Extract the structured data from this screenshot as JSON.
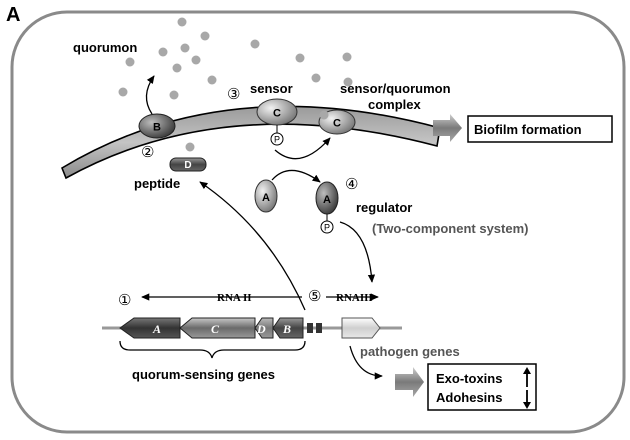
{
  "panel_label": "A",
  "labels": {
    "quorumon": "quorumon",
    "sensor": "sensor",
    "complex_line1": "sensor/quorumon",
    "complex_line2": "complex",
    "peptide": "peptide",
    "regulator": "regulator",
    "two_component": "(Two-component system)",
    "rna2": "RNA II",
    "rna3": "RNAIII",
    "pathogen_genes": "pathogen genes",
    "qs_genes": "quorum-sensing genes"
  },
  "steps": [
    "①",
    "②",
    "③",
    "④",
    "⑤"
  ],
  "proteins": {
    "A": "A",
    "B": "B",
    "C": "C",
    "D": "D",
    "P": "P"
  },
  "genes": {
    "A": "A",
    "C": "C",
    "D": "D",
    "B": "B"
  },
  "outputs": {
    "biofilm": "Biofilm formation",
    "exotoxins": "Exo-toxins",
    "adhesins": "Adohesins"
  }
}
